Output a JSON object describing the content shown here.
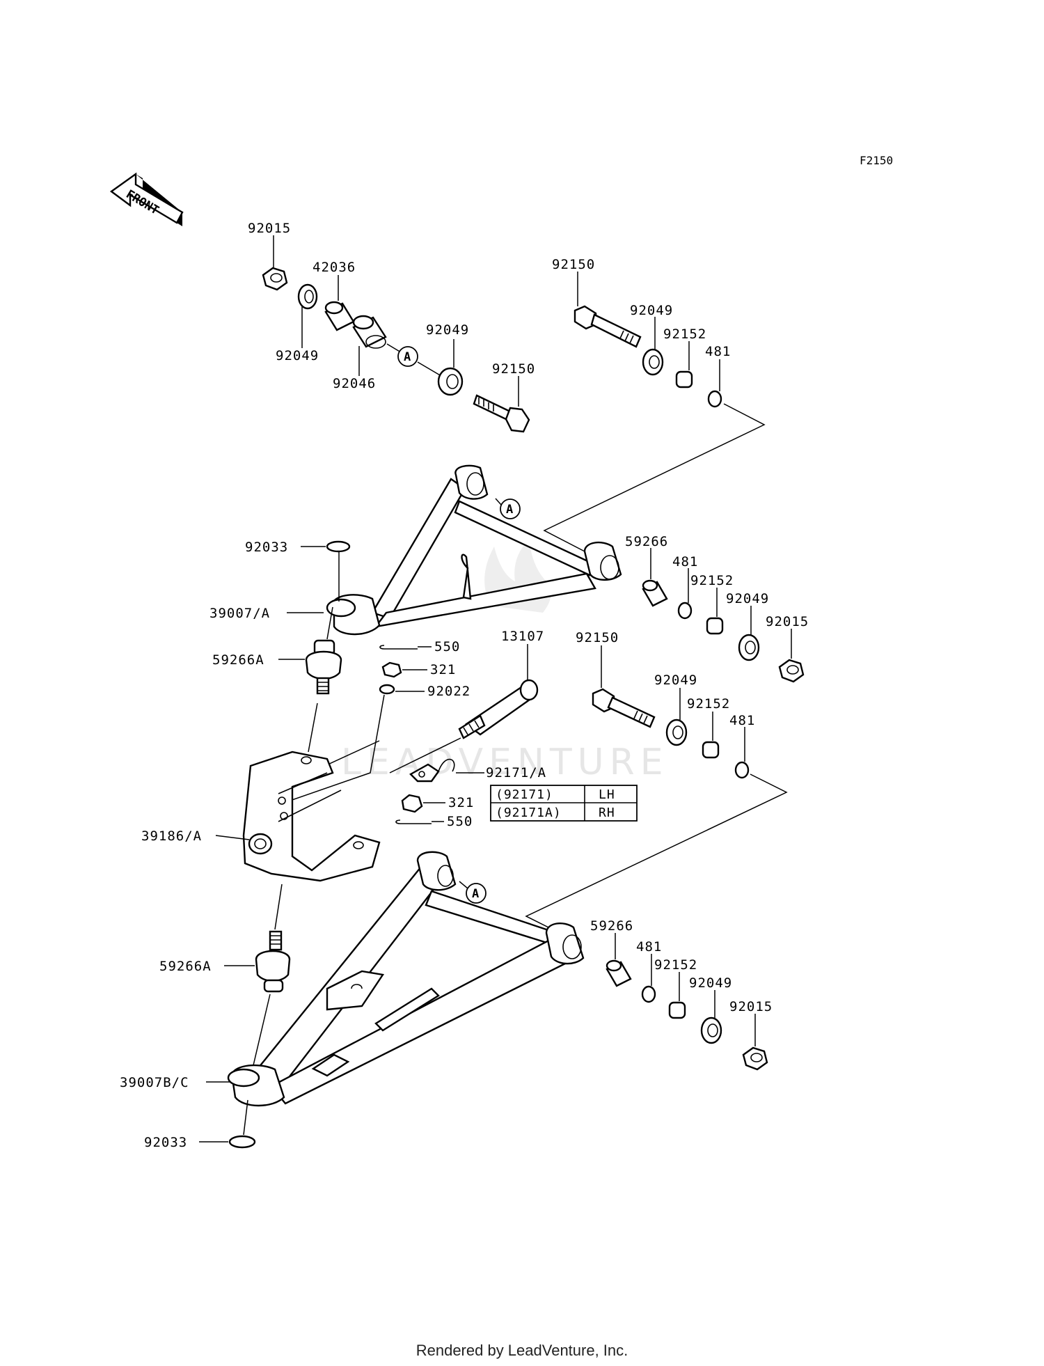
{
  "diagram_code": "F2150",
  "front_label": "FRONT",
  "watermark": "LEADVENTURE",
  "footer": "Rendered by LeadVenture, Inc.",
  "callout_letter": "A",
  "labels": {
    "p92015_top": "92015",
    "p42036": "42036",
    "p92049_a": "92049",
    "p92046": "92046",
    "p92049_b": "92049",
    "p92150_a": "92150",
    "p92150_b": "92150",
    "p92049_c": "92049",
    "p92152_a": "92152",
    "p481_a": "481",
    "p92033_top": "92033",
    "p39007A": "39007/A",
    "p59266_a": "59266",
    "p481_b": "481",
    "p92152_b": "92152",
    "p92049_d": "92049",
    "p92015_b": "92015",
    "p59266A_top": "59266A",
    "p550_a": "550",
    "p321_a": "321",
    "p92022": "92022",
    "p13107": "13107",
    "p92150_c": "92150",
    "p92049_e": "92049",
    "p92152_c": "92152",
    "p481_c": "481",
    "p92171A": "92171/A",
    "p321_b": "321",
    "p550_b": "550",
    "p39186A": "39186/A",
    "p59266_b": "59266",
    "p481_d": "481",
    "p92152_d": "92152",
    "p92049_f": "92049",
    "p92015_c": "92015",
    "p59266A_bot": "59266A",
    "p39007BC": "39007B/C",
    "p92033_bot": "92033"
  },
  "side_table": {
    "rows": [
      {
        "part": "(92171)",
        "side": "LH"
      },
      {
        "part": "(92171A)",
        "side": "RH"
      }
    ]
  }
}
